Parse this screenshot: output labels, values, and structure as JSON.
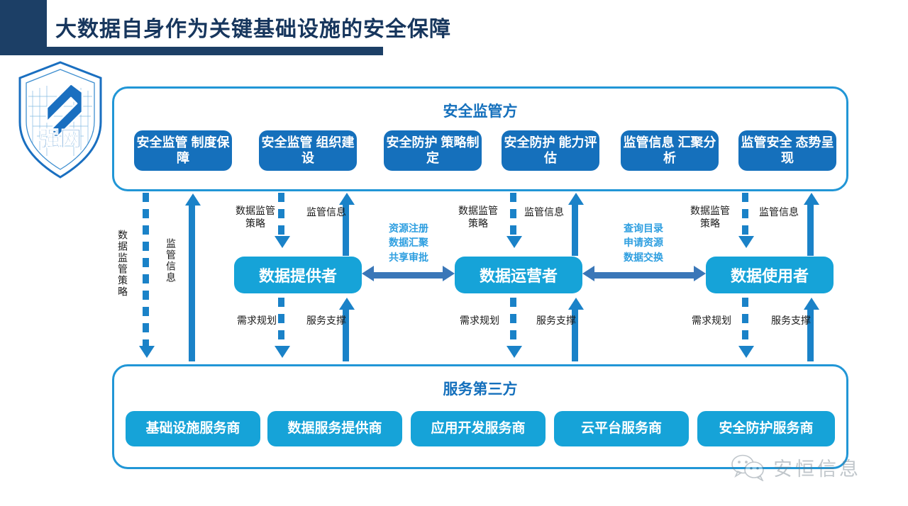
{
  "slide": {
    "title": "大数据自身作为关键基础设施的安全保障",
    "accent_navy": "#1c3f66",
    "accent_blue": "#1570bc",
    "accent_cyan": "#16a3d8",
    "arrow_blue": "#1a82c8",
    "horizontal_arrow_blue": "#3a77b8"
  },
  "logo": {
    "name": "shield-logo",
    "text": "强网"
  },
  "regulator_panel": {
    "title": "安全监管方",
    "boxes": [
      {
        "label": "安全监管\n制度保障"
      },
      {
        "label": "安全监管\n组织建设"
      },
      {
        "label": "安全防护\n策略制定"
      },
      {
        "label": "安全防护\n能力评估"
      },
      {
        "label": "监管信息\n汇聚分析"
      },
      {
        "label": "监管安全\n态势呈现"
      }
    ]
  },
  "middle_row": {
    "actors": [
      {
        "label": "数据提供者"
      },
      {
        "label": "数据运营者"
      },
      {
        "label": "数据使用者"
      }
    ],
    "exchange_labels": [
      {
        "label": "资源注册\n数据汇聚\n共享审批"
      },
      {
        "label": "查询目录\n申请资源\n数据交换"
      }
    ]
  },
  "third_party_panel": {
    "title": "服务第三方",
    "boxes": [
      {
        "label": "基础设施服务商"
      },
      {
        "label": "数据服务提供商"
      },
      {
        "label": "应用开发服务商"
      },
      {
        "label": "云平台服务商"
      },
      {
        "label": "安全防护服务商"
      }
    ]
  },
  "flow_labels": {
    "outer_down": "数据监管策略",
    "outer_up": "监管信息",
    "down_policy": "数据监管\n策略",
    "up_info": "监管信息",
    "down_demand": "需求规划",
    "up_support": "服务支撑"
  },
  "watermark": {
    "icon": "wechat-icon",
    "text": "安恒信息"
  }
}
